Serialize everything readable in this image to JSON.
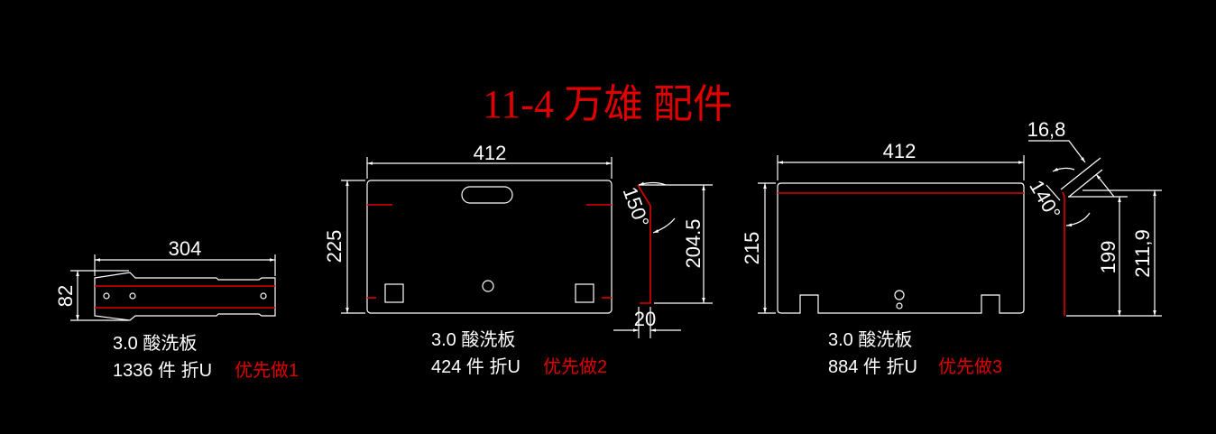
{
  "title": "11-4 万雄 配件",
  "colors": {
    "background": "#000000",
    "line": "#ffffff",
    "accent": "#e00000"
  },
  "parts": [
    {
      "dims": {
        "width": "304",
        "height": "82"
      },
      "material": "3.0 酸洗板",
      "qty": "1336 件 折U",
      "priority": "优先做1"
    },
    {
      "dims": {
        "width": "412",
        "height": "225",
        "side_height": "204.5",
        "angle": "150°",
        "flange": "20"
      },
      "material": "3.0 酸洗板",
      "qty": "424 件 折U",
      "priority": "优先做2"
    },
    {
      "dims": {
        "width": "412",
        "height": "215",
        "flange": "16,8",
        "angle": "140°",
        "inner_height": "199",
        "outer_height": "211,9"
      },
      "material": "3.0 酸洗板",
      "qty": "884 件 折U",
      "priority": "优先做3"
    }
  ]
}
